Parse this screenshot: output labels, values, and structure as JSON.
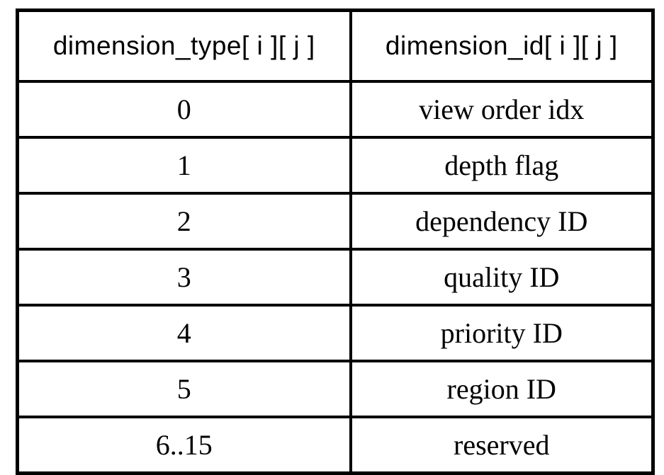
{
  "table": {
    "headers": {
      "type_col": "dimension_type[ i ][ j ]",
      "id_col": "dimension_id[ i ][ j ]"
    },
    "rows": [
      {
        "type": "0",
        "id": "view order idx"
      },
      {
        "type": "1",
        "id": "depth flag"
      },
      {
        "type": "2",
        "id": "dependency ID"
      },
      {
        "type": "3",
        "id": "quality ID"
      },
      {
        "type": "4",
        "id": "priority ID"
      },
      {
        "type": "5",
        "id": "region ID"
      },
      {
        "type": "6..15",
        "id": "reserved"
      }
    ],
    "colors": {
      "border": "#000000",
      "text": "#000000",
      "background": "#ffffff"
    }
  }
}
